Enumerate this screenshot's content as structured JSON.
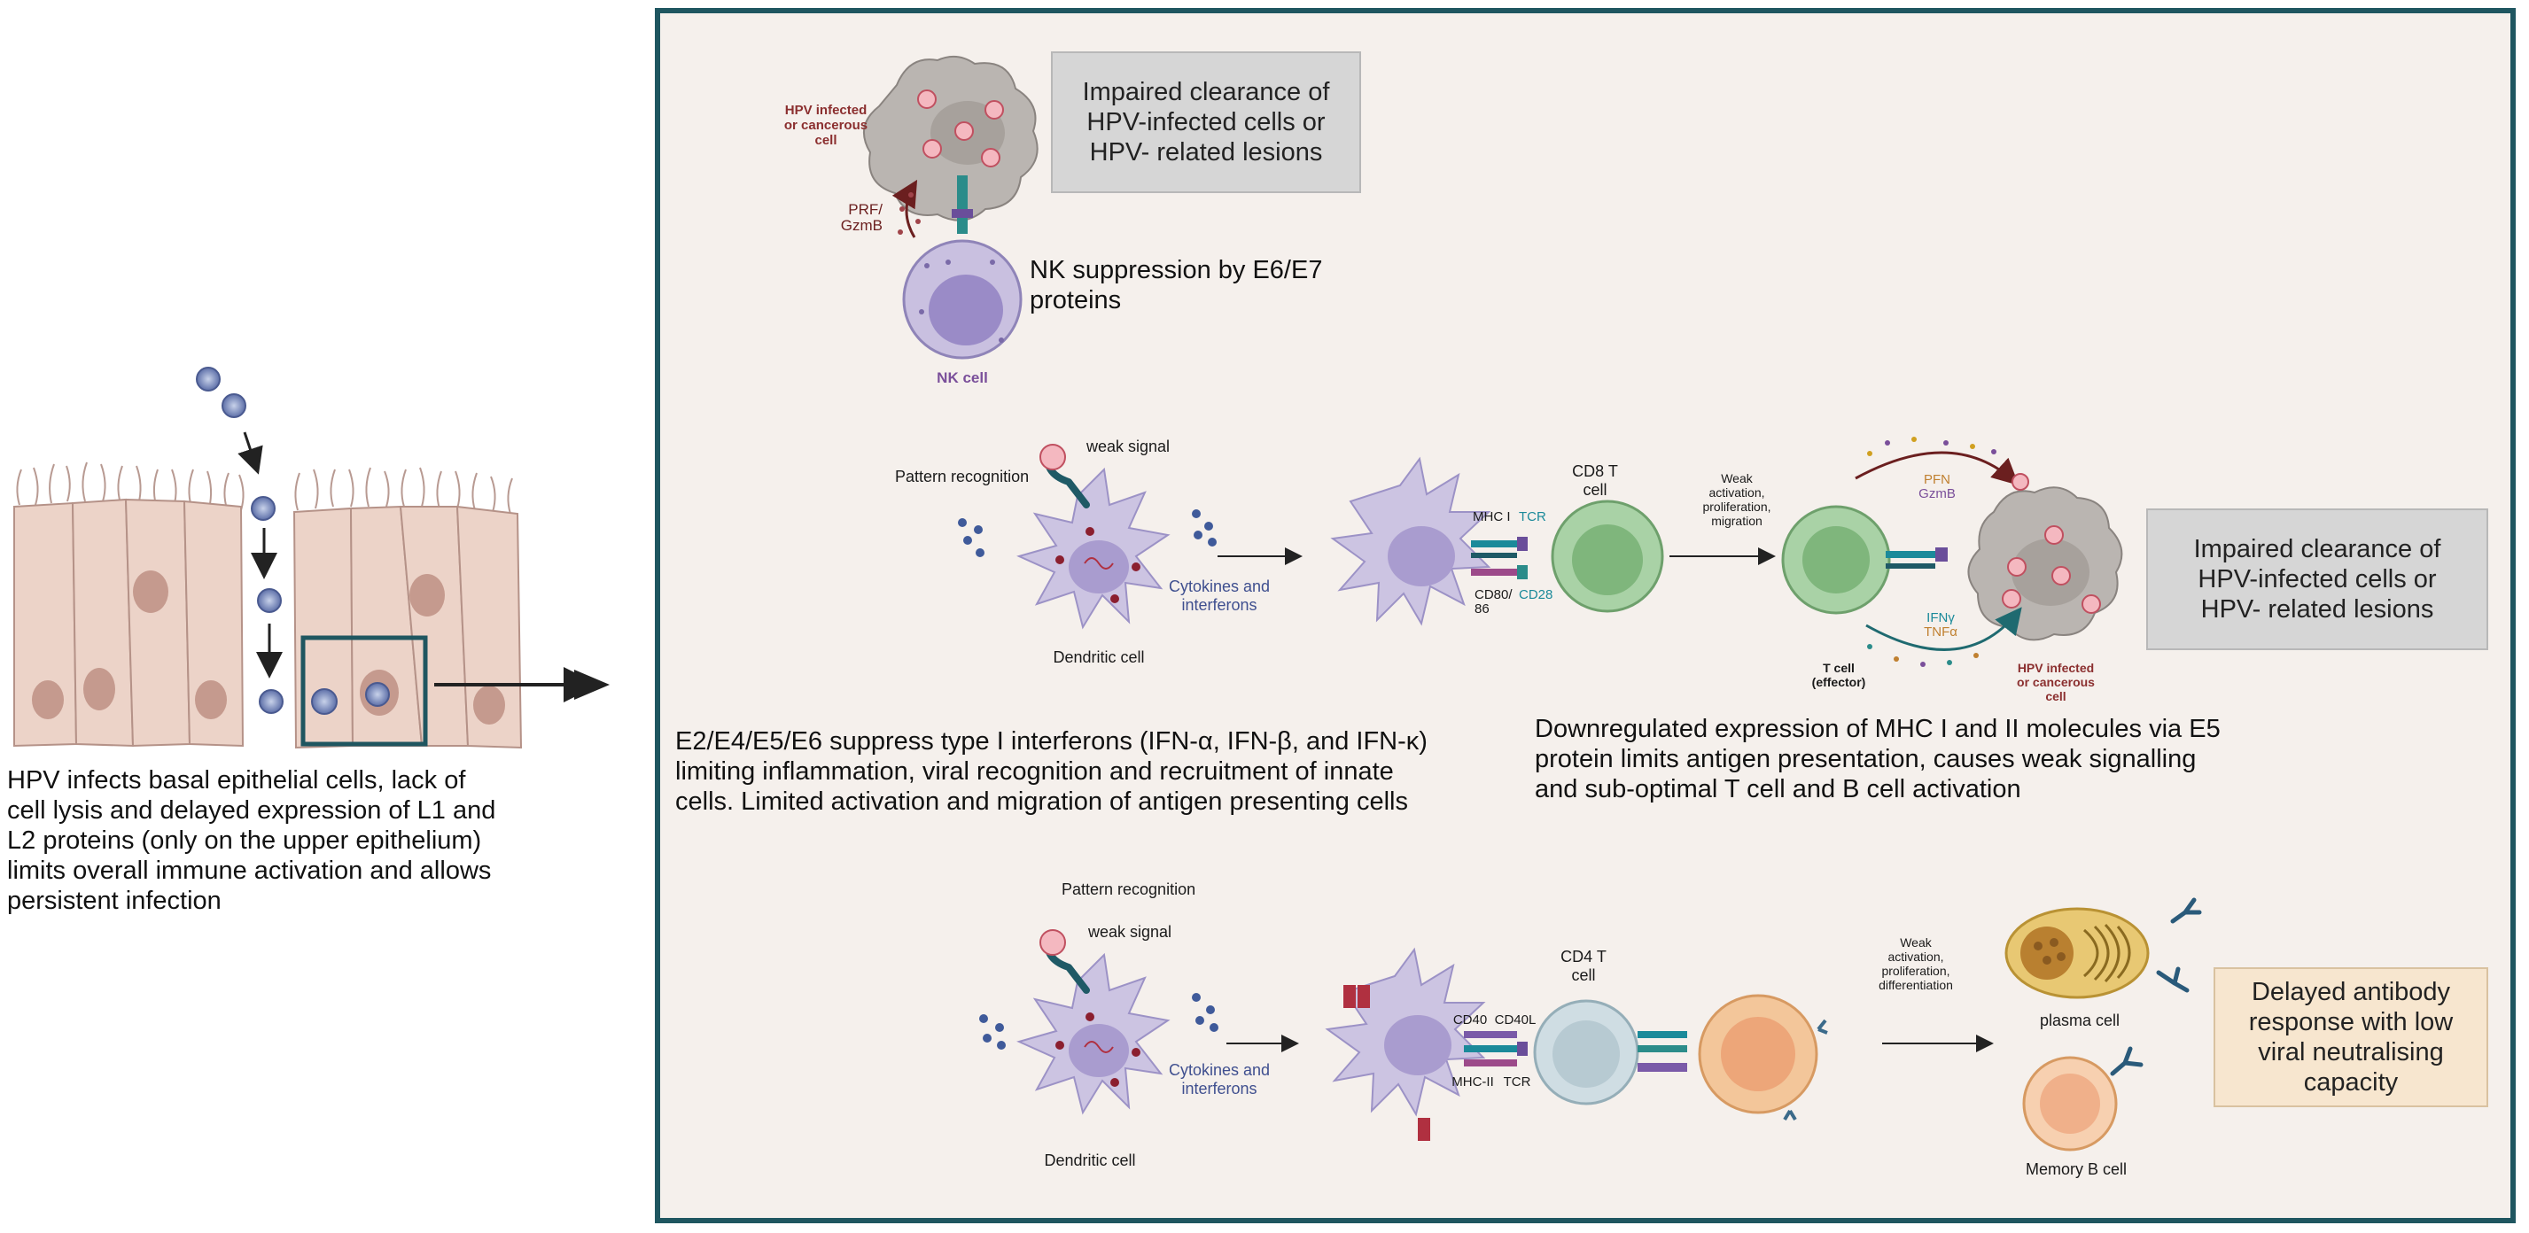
{
  "left": {
    "caption": "HPV infects basal epithelial cells, lack of\ncell lysis and delayed expression of L1 and\nL2 proteins (only on the upper epithelium)\nlimits overall immune activation and allows\npersistent infection"
  },
  "nk_section": {
    "target_label": "HPV infected\nor cancerous\ncell",
    "prf_label": "PRF/\nGzmB",
    "nk_cell_label": "NK cell",
    "suppression_text": "NK suppression by E6/E7\nproteins",
    "impaired_box": "Impaired clearance of\nHPV-infected cells or\nHPV- related lesions"
  },
  "row2": {
    "weak_signal": "weak signal",
    "pattern_recognition": "Pattern recognition",
    "dendritic_cell": "Dendritic cell",
    "cytokines": "Cytokines and\ninterferons",
    "mhc1": "MHC I",
    "tcr": "TCR",
    "cd80": "CD80/\n86",
    "cd28": "CD28",
    "cd8_label": "CD8 T\ncell",
    "weak_activation": "Weak\nactivation,\nproliferation,\nmigration",
    "pfn": "PFN",
    "gzmb": "GzmB",
    "ifng": "IFNγ",
    "tnfa": "TNFα",
    "t_effector": "T cell\n(effector)",
    "hpv_cell": "HPV infected\nor cancerous\ncell",
    "impaired_box": "Impaired clearance of\nHPV-infected cells or\nHPV- related lesions",
    "text_left": "E2/E4/E5/E6 suppress type I interferons (IFN-α, IFN-β, and IFN-κ)\nlimiting inflammation, viral recognition and recruitment of innate\ncells. Limited activation and migration of antigen presenting cells",
    "text_right": "Downregulated expression of MHC I and II molecules via E5\nprotein limits antigen presentation, causes weak signalling\nand sub-optimal T cell and B cell activation"
  },
  "row3": {
    "pattern_recognition": "Pattern recognition",
    "weak_signal": "weak signal",
    "dendritic_cell": "Dendritic cell",
    "cytokines": "Cytokines and\ninterferons",
    "cd40": "CD40",
    "cd40l": "CD40L",
    "mhc2": "MHC-II",
    "tcr": "TCR",
    "cd4_label": "CD4 T\ncell",
    "weak_activation": "Weak\nactivation,\nproliferation,\ndifferentiation",
    "plasma_cell": "plasma cell",
    "memory_b": "Memory B cell",
    "delayed_box": "Delayed antibody\nresponse with low\nviral neutralising\ncapacity"
  },
  "colors": {
    "frame": "#1f5660",
    "panel": "#f5f0ec",
    "grey_box": "#d6d6d6",
    "beige_box": "#f7e6cf",
    "nk_purple": "#7a4f9a",
    "hpv_red": "#8b2f2f",
    "cytokine_blue": "#3f4f8f",
    "tcr_teal": "#1b8a9a"
  }
}
